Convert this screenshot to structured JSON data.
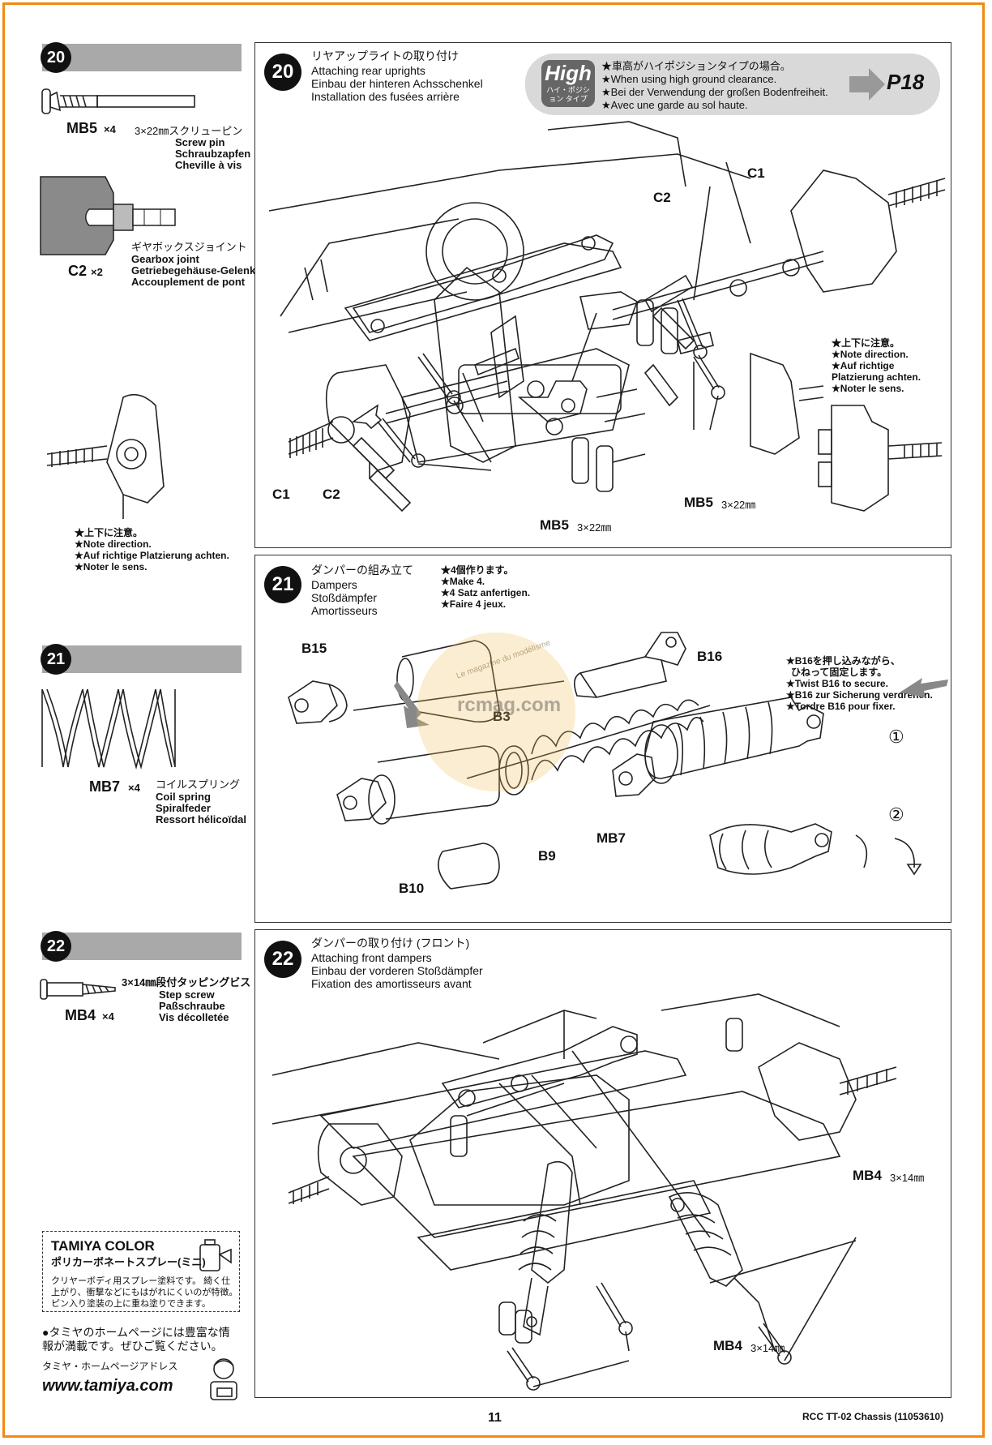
{
  "page": {
    "number": "11",
    "footer_title": "RCC TT-02 Chassis (11053610)"
  },
  "watermark": {
    "text": "rcmag.com",
    "arc_text": "Le magazine du modélisme"
  },
  "colors": {
    "frame": "#f08a10",
    "step_bar": "#a9a9a9",
    "arrow_gray": "#888888"
  },
  "sidebar": {
    "step20": {
      "number": "20",
      "screw": {
        "code": "MB5",
        "qty": "×4",
        "name_ja": "3×22㎜スクリューピン",
        "name_en": "Screw pin",
        "name_de": "Schraubzapfen",
        "name_fr": "Cheville à vis"
      },
      "joint": {
        "code": "C2",
        "qty": "×2",
        "name_ja": "ギヤボックスジョイント",
        "name_en": "Gearbox joint",
        "name_de": "Getriebegehäuse-Gelenk",
        "name_fr": "Accouplement de pont"
      }
    },
    "step21": {
      "number": "21",
      "spring": {
        "code": "MB7",
        "qty": "×4",
        "name_ja": "コイルスプリング",
        "name_en": "Coil spring",
        "name_de": "Spiralfeder",
        "name_fr": "Ressort hélicoïdal"
      }
    },
    "step22": {
      "number": "22",
      "screw": {
        "code": "MB4",
        "qty": "×4",
        "name_ja": "3×14㎜段付タッピングビス",
        "name_en": "Step screw",
        "name_de": "Paßschraube",
        "name_fr": "Vis décolletée"
      }
    },
    "tamiya_color": {
      "title": "TAMIYA COLOR",
      "subtitle": "ポリカーボネートスプレー(ミニ)",
      "desc_1": "クリヤーボディ用スプレー塗料です。 綺く仕",
      "desc_2": "上がり、衝撃などにもはがれにくいのが特徴。",
      "desc_3": "ピン入り塗装の上に重ね塗りできます。"
    },
    "homepage": {
      "line_1": "●タミヤのホームページには豊富な情",
      "line_2": "報が満載です。ぜひご覧ください。",
      "line_3": "タミヤ・ホームページアドレス",
      "url": "www.tamiya.com"
    }
  },
  "step20": {
    "number": "20",
    "title_ja": "リヤアップライトの取り付け",
    "title_en": "Attaching rear uprights",
    "title_de": "Einbau der hinteren Achsschenkel",
    "title_fr": "Installation des fusées arrière",
    "high": {
      "badge": "High",
      "badge_sub": "ハイ・ポジション タイプ",
      "line_ja": "★車高がハイポジションタイプの場合。",
      "line_en": "★When using high ground clearance.",
      "line_de": "★Bei der Verwendung der großen Bodenfreiheit.",
      "line_fr": "★Avec une garde au sol haute.",
      "ref": "P18"
    },
    "labels": {
      "c1_a": "C1",
      "c2_a": "C2",
      "c1_b": "C1",
      "c2_b": "C2",
      "mb5_a": "MB5",
      "mb5_a_size": "3×22㎜",
      "mb5_b": "MB5",
      "mb5_b_size": "3×22㎜"
    },
    "note_right": {
      "ja": "★上下に注意。",
      "en": "★Note direction.",
      "de": "★Auf richtige",
      "de2": "Platzierung achten.",
      "fr": "★Noter le sens."
    },
    "note_left": {
      "ja": "★上下に注意。",
      "en": "★Note direction.",
      "de": "★Auf richtige Platzierung achten.",
      "fr": "★Noter le sens."
    }
  },
  "step21": {
    "number": "21",
    "title_ja": "ダンパーの組み立て",
    "title_en": "Dampers",
    "title_de": "Stoßdämpfer",
    "title_fr": "Amortisseurs",
    "make": {
      "ja": "★4個作ります。",
      "en": "★Make 4.",
      "de": "★4 Satz anfertigen.",
      "fr": "★Faire 4 jeux."
    },
    "twist": {
      "ja1": "★B16を押し込みながら、",
      "ja2": "ひねって固定します。",
      "en": "★Twist B16 to secure.",
      "de": "★B16 zur Sicherung verdrehen.",
      "fr": "★Tordre B16 pour fixer."
    },
    "labels": {
      "b15": "B15",
      "b3": "B3",
      "b16": "B16",
      "b9": "B9",
      "b10": "B10",
      "mb7": "MB7",
      "step1": "①",
      "step2": "②"
    }
  },
  "step22": {
    "number": "22",
    "title_ja": "ダンパーの取り付け (フロント)",
    "title_en": "Attaching front dampers",
    "title_de": "Einbau der vorderen Stoßdämpfer",
    "title_fr": "Fixation des amortisseurs avant",
    "labels": {
      "mb4_a": "MB4",
      "mb4_a_size": "3×14㎜",
      "mb4_b": "MB4",
      "mb4_b_size": "3×14㎜"
    }
  }
}
